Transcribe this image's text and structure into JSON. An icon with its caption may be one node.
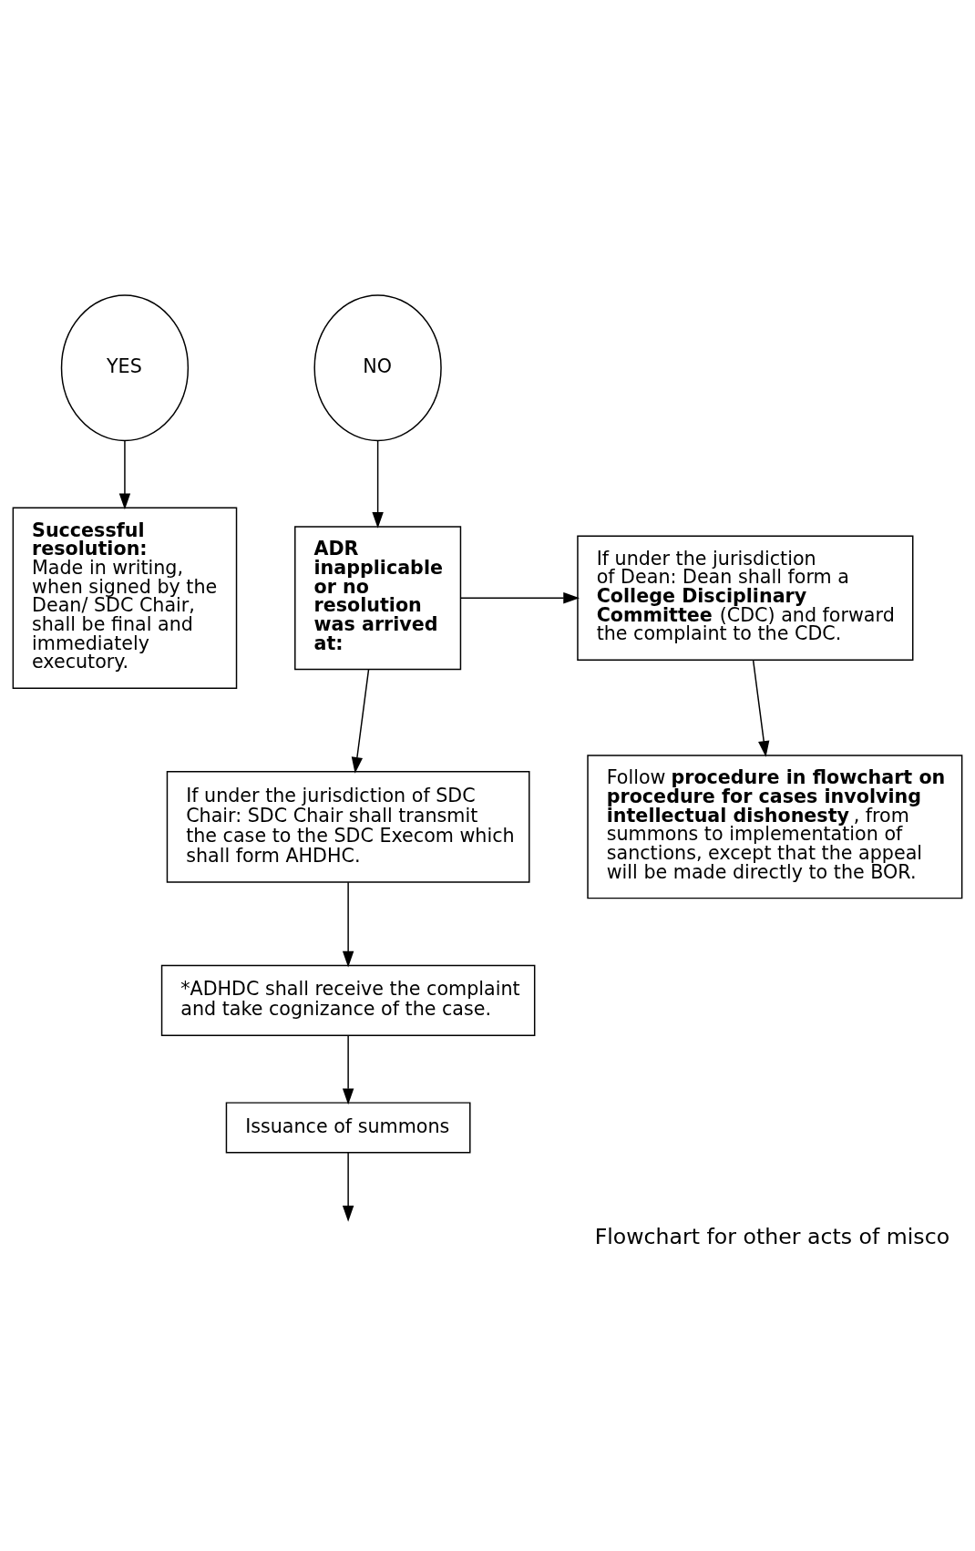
{
  "diagram": {
    "caption": "Flowchart for other acts of misco",
    "nodes": [
      {
        "text": [
          "YES"
        ]
      },
      {
        "text": [
          "NO"
        ]
      },
      {
        "text": [
          "Successful resolution:",
          "Made in writing, when signed by the Dean/ SDC Chair, shall be final and immediately executory."
        ]
      },
      {
        "text": [
          "ADR inapplicable or no resolution was arrived at:"
        ]
      },
      {
        "text": [
          "If under the jurisdiction of Dean: Dean shall form a **College Disciplinary Committee** (CDC) and forward the complaint to the CDC."
        ]
      },
      {
        "text": [
          "If under the jurisdiction of SDC Chair: SDC Chair shall transmit the case to the SDC Execom which shall form AHDHC."
        ]
      },
      {
        "text": [
          "Follow **procedure in flowchart on procedure for cases involving intellectual dishonesty**, from summons to implementation of sanctions, except that the appeal will be made directly to the BOR."
        ]
      },
      {
        "text": [
          "*ADHDC shall receive the complaint and take cognizance of the case."
        ]
      },
      {
        "text": [
          "Issuance of summons"
        ]
      }
    ],
    "edges": [
      {
        "from": 0,
        "to": 2,
        "arrow": "to"
      },
      {
        "from": 1,
        "to": 3,
        "arrow": "to"
      },
      {
        "from": 3,
        "to": 4,
        "arrow": "to"
      },
      {
        "from": 3,
        "to": 5,
        "arrow": "to"
      },
      {
        "from": 4,
        "to": 6,
        "arrow": "to"
      },
      {
        "from": 5,
        "to": 7,
        "arrow": "to"
      },
      {
        "from": 7,
        "to": 8,
        "arrow": "to"
      },
      {
        "from": 8,
        "to": null,
        "arrow": "to"
      }
    ]
  }
}
